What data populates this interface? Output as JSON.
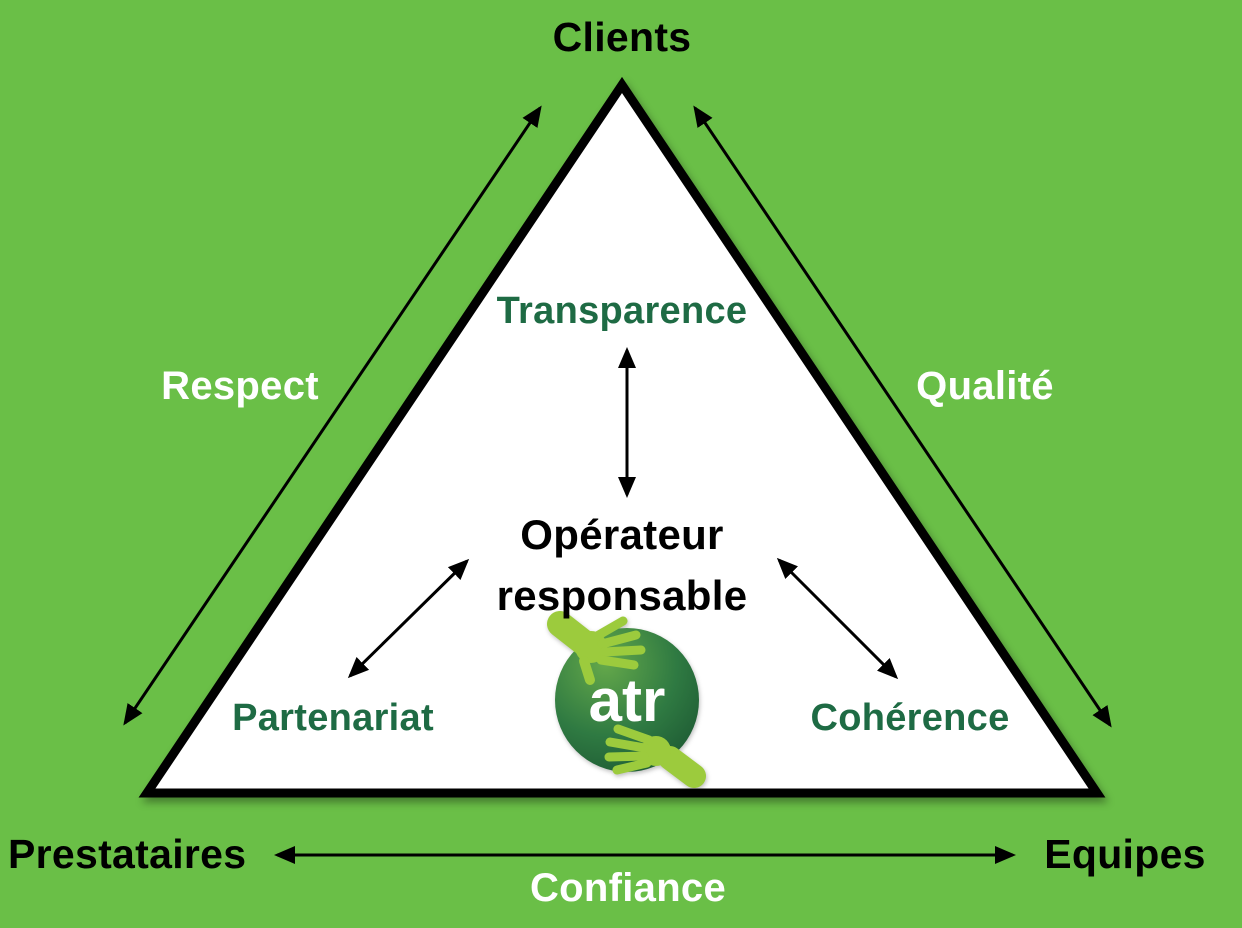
{
  "colors": {
    "background": "#6ABF47",
    "triangle_fill": "#FFFFFF",
    "triangle_border": "#000000",
    "arrow": "#000000",
    "inner_label_green": "#1E6B44",
    "edge_label_white": "#FFFFFF",
    "corner_label_black": "#000000",
    "logo_hand_green": "#9CCB3D",
    "logo_gradient_light": "#64A84A",
    "logo_gradient_dark": "#1B5531",
    "logo_text_white": "#FFFFFF"
  },
  "corners": {
    "top": "Clients",
    "bottom_left": "Prestataires",
    "bottom_right": "Equipes"
  },
  "edge_values": {
    "left": "Respect",
    "right": "Qualité",
    "bottom": "Confiance"
  },
  "inner_values": {
    "top": "Transparence",
    "bottom_left": "Partenariat",
    "bottom_right": "Cohérence"
  },
  "center": {
    "line1": "Opérateur",
    "line2": "responsable",
    "logo_text": "atr"
  }
}
